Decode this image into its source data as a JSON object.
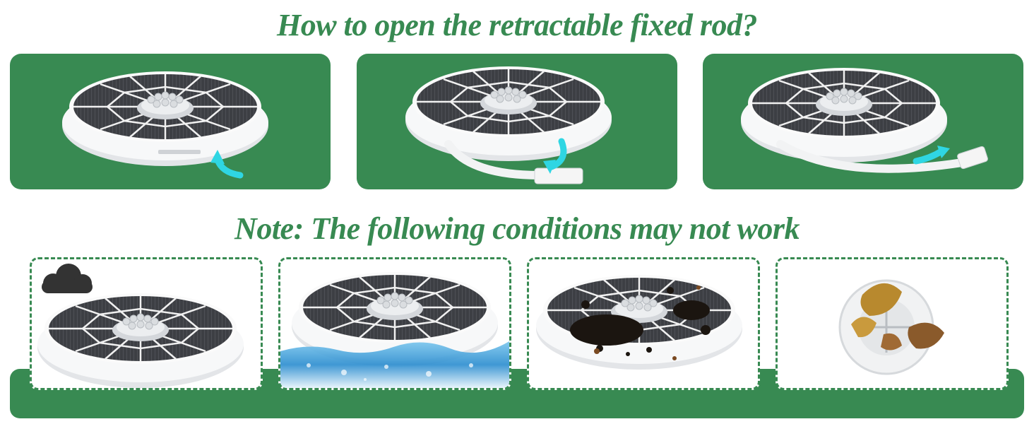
{
  "colors": {
    "green": "#388a52",
    "arrow": "#2fd6e3",
    "cloud": "#333333"
  },
  "header": {
    "title": "How to open the retractable fixed rod?"
  },
  "steps": [
    {
      "name": "step-closed",
      "arrow_icon": "curved-arrow-icon"
    },
    {
      "name": "step-pulling",
      "arrow_icon": "curved-arrow-icon"
    },
    {
      "name": "step-extended",
      "arrow_icon": "curved-arrow-icon"
    }
  ],
  "note": {
    "title": "Note: The following conditions may not work"
  },
  "conditions": [
    {
      "name": "cloudy",
      "icon": "cloud-icon"
    },
    {
      "name": "submerged",
      "icon": "water-icon"
    },
    {
      "name": "dirty-panel",
      "icon": "dirt-icon"
    },
    {
      "name": "leaves-clog",
      "icon": "leaves-icon"
    }
  ]
}
